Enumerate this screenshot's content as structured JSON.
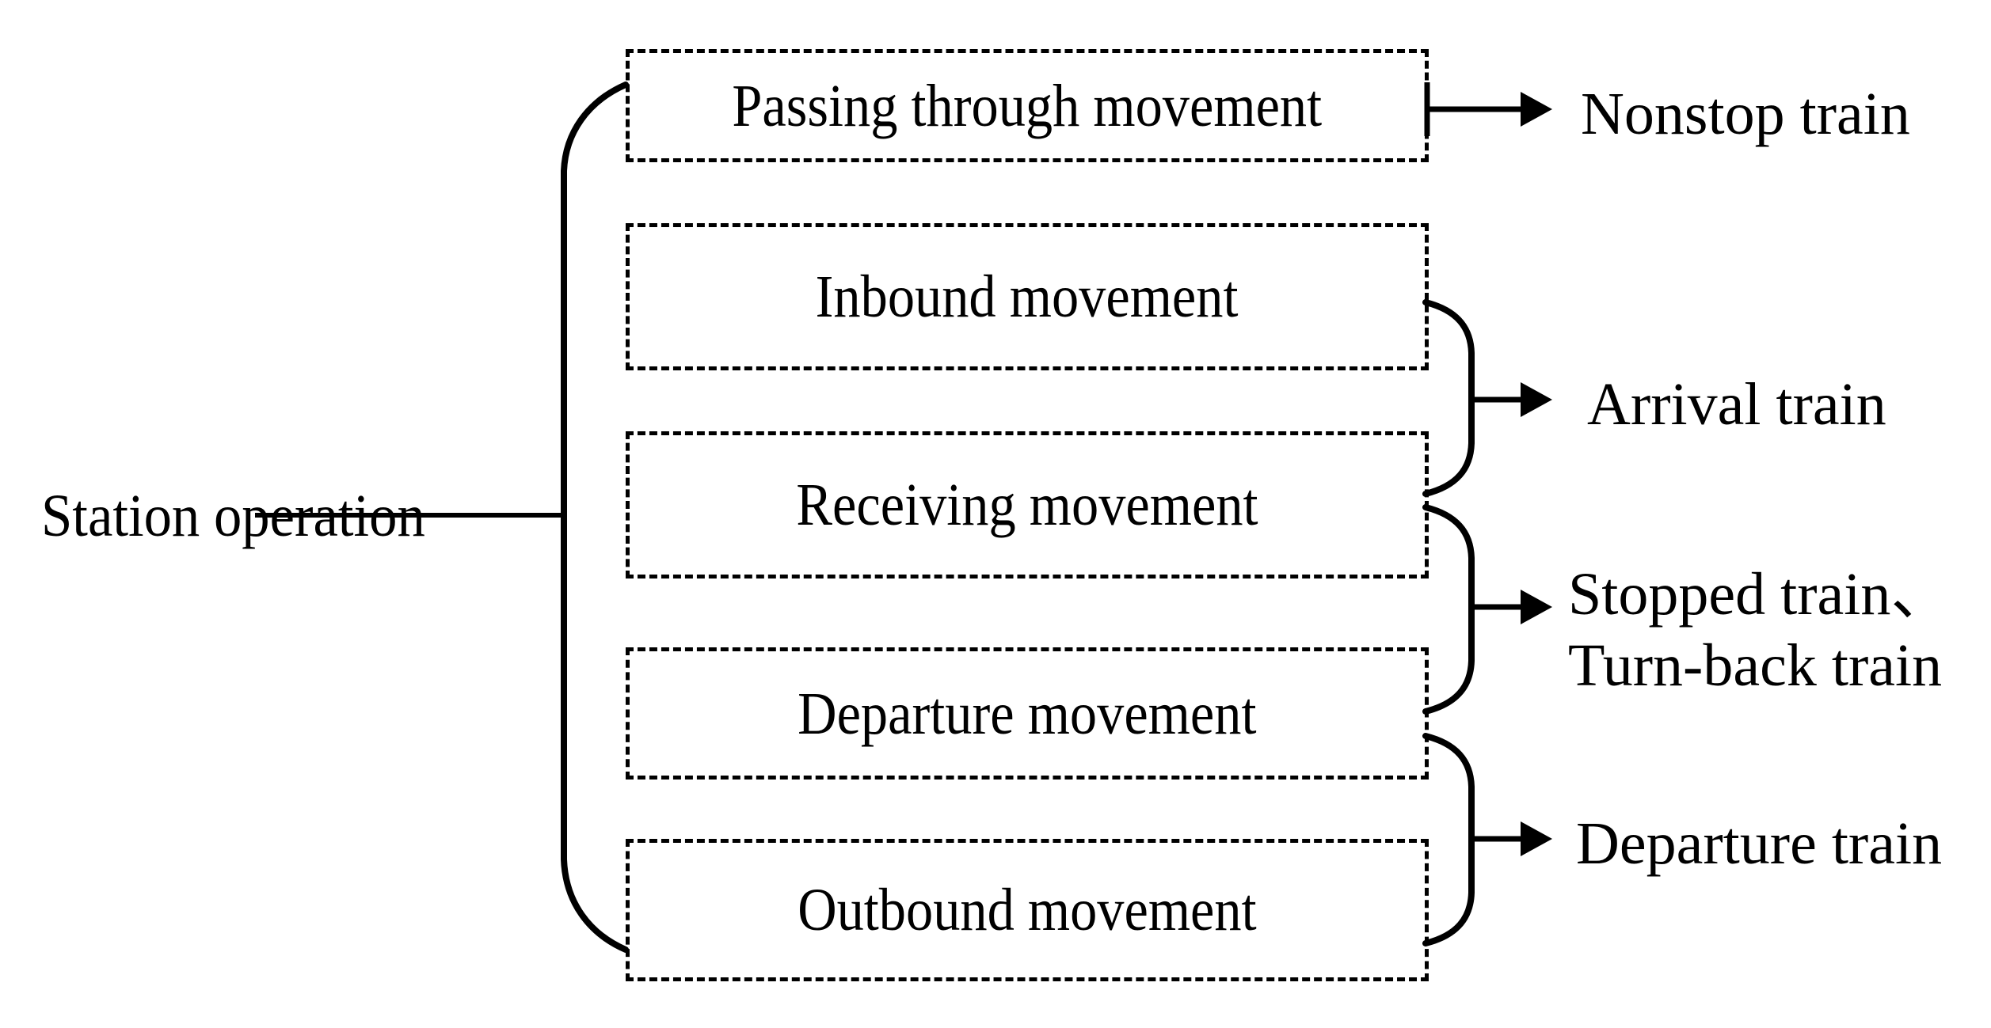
{
  "diagram": {
    "title_text": "Station operation",
    "root": {
      "label": "Station operation"
    },
    "nodes": [
      {
        "id": "passing",
        "label": "Passing through movement"
      },
      {
        "id": "inbound",
        "label": "Inbound movement"
      },
      {
        "id": "receiving",
        "label": "Receiving movement"
      },
      {
        "id": "departure",
        "label": "Departure movement"
      },
      {
        "id": "outbound",
        "label": "Outbound movement"
      }
    ],
    "outcomes": [
      {
        "id": "nonstop",
        "line1": "Nonstop train",
        "line2": ""
      },
      {
        "id": "arrival",
        "line1": "Arrival train",
        "line2": ""
      },
      {
        "id": "stopped",
        "line1": "Stopped train、",
        "line2": "Turn-back train"
      },
      {
        "id": "departing",
        "line1": "Departure train",
        "line2": ""
      }
    ],
    "style": {
      "stroke_color": "#000000",
      "background_color": "#ffffff",
      "box_border_style": "dashed"
    }
  }
}
